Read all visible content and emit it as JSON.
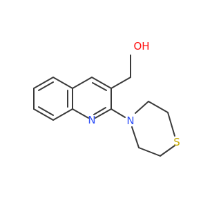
{
  "molecule": {
    "atoms": {
      "hydroxyl": {
        "text": "OH",
        "color": "#ff0d0d"
      },
      "quinoline_nitrogen": {
        "text": "N",
        "color": "#3050f8"
      },
      "morpholine_nitrogen": {
        "text": "N",
        "color": "#3050f8"
      },
      "sulfur": {
        "text": "S",
        "color": "#c6a800"
      }
    },
    "bond_color": "#3a3a3a"
  }
}
